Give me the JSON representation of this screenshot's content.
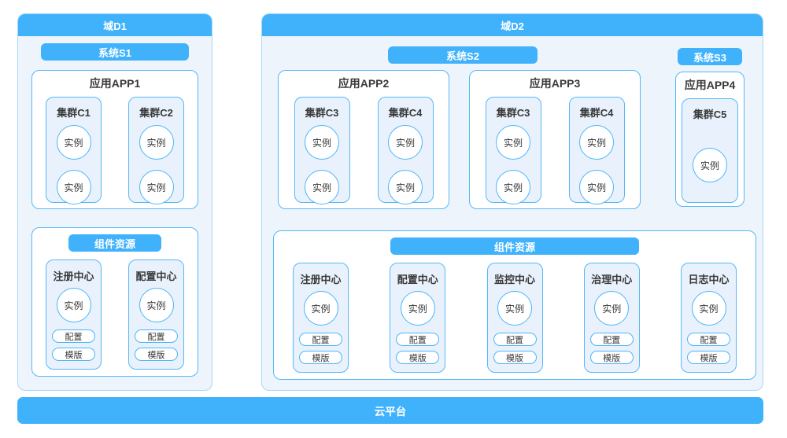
{
  "colors": {
    "accent": "#40b2fb",
    "panel_bg": "#edf4fb",
    "domain_border": "#aad8f7",
    "box_border": "#55b8f8",
    "pill_border": "#4ab5f9",
    "cluster_bg": "#e9f2fc",
    "text_dark": "#3a3a3a"
  },
  "platform": {
    "label": "云平台"
  },
  "domains": [
    {
      "title": "域D1",
      "systems": [
        {
          "label": "系统S1"
        }
      ],
      "apps": [
        {
          "title": "应用APP1",
          "clusters": [
            {
              "title": "集群C1",
              "instances": [
                "实例",
                "实例"
              ]
            },
            {
              "title": "集群C2",
              "instances": [
                "实例",
                "实例"
              ]
            }
          ]
        }
      ],
      "components": {
        "badge": "组件资源",
        "centers": [
          {
            "title": "注册中心",
            "instance": "实例",
            "pills": [
              "配置",
              "模版"
            ]
          },
          {
            "title": "配置中心",
            "instance": "实例",
            "pills": [
              "配置",
              "模版"
            ]
          }
        ]
      }
    },
    {
      "title": "域D2",
      "systems": [
        {
          "label": "系统S2"
        },
        {
          "label": "系统S3"
        }
      ],
      "apps": [
        {
          "title": "应用APP2",
          "clusters": [
            {
              "title": "集群C3",
              "instances": [
                "实例",
                "实例"
              ]
            },
            {
              "title": "集群C4",
              "instances": [
                "实例",
                "实例"
              ]
            }
          ]
        },
        {
          "title": "应用APP3",
          "clusters": [
            {
              "title": "集群C3",
              "instances": [
                "实例",
                "实例"
              ]
            },
            {
              "title": "集群C4",
              "instances": [
                "实例",
                "实例"
              ]
            }
          ]
        },
        {
          "title": "应用APP4",
          "clusters": [
            {
              "title": "集群C5",
              "instances": [
                "实例"
              ]
            }
          ]
        }
      ],
      "components": {
        "badge": "组件资源",
        "centers": [
          {
            "title": "注册中心",
            "instance": "实例",
            "pills": [
              "配置",
              "模版"
            ]
          },
          {
            "title": "配置中心",
            "instance": "实例",
            "pills": [
              "配置",
              "模版"
            ]
          },
          {
            "title": "监控中心",
            "instance": "实例",
            "pills": [
              "配置",
              "模版"
            ]
          },
          {
            "title": "治理中心",
            "instance": "实例",
            "pills": [
              "配置",
              "模版"
            ]
          },
          {
            "title": "日志中心",
            "instance": "实例",
            "pills": [
              "配置",
              "模版"
            ]
          }
        ]
      }
    }
  ]
}
